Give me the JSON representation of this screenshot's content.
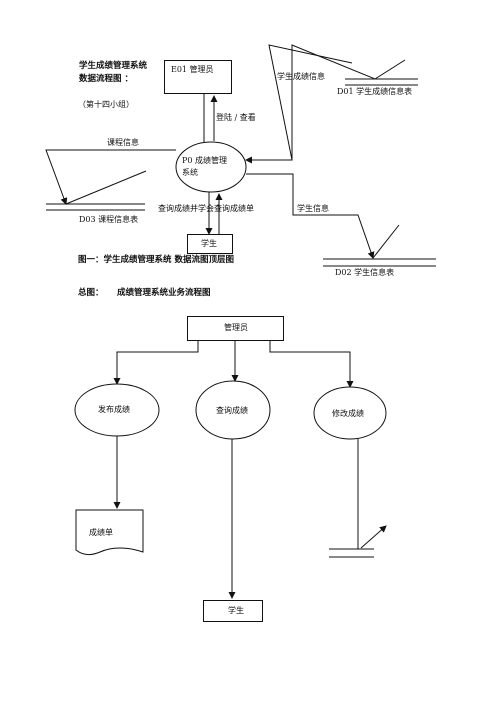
{
  "header": {
    "title_line1": "学生成绩管理系统",
    "title_line2": "数据流程图 ：",
    "group": "（第十四小组）"
  },
  "top_diagram": {
    "entity_admin": "E01 管理员",
    "process_line1": "P0  成绩管理",
    "process_line2": "系统",
    "entity_student": "学生",
    "flow_login": "登陆  / 查看",
    "flow_course_info": "课程信息",
    "flow_score_info": "学生成绩信息",
    "flow_student_info": "学生信息",
    "flow_query": "查询成绩并学会查询成绩单",
    "store_d01": "D01 学生成绩信息表",
    "store_d02": "D02 学生信息表",
    "store_d03": "D03 课程信息表",
    "caption": "图一：学生成绩管理系统  数据流图顶层图"
  },
  "bottom_diagram": {
    "caption_label": "总图：",
    "caption_text": "成绩管理系统业务流程图",
    "admin": "管理员",
    "publish": "发布成绩",
    "query": "查询成绩",
    "modify": "修改成绩",
    "report": "成绩单",
    "student": "学生"
  }
}
